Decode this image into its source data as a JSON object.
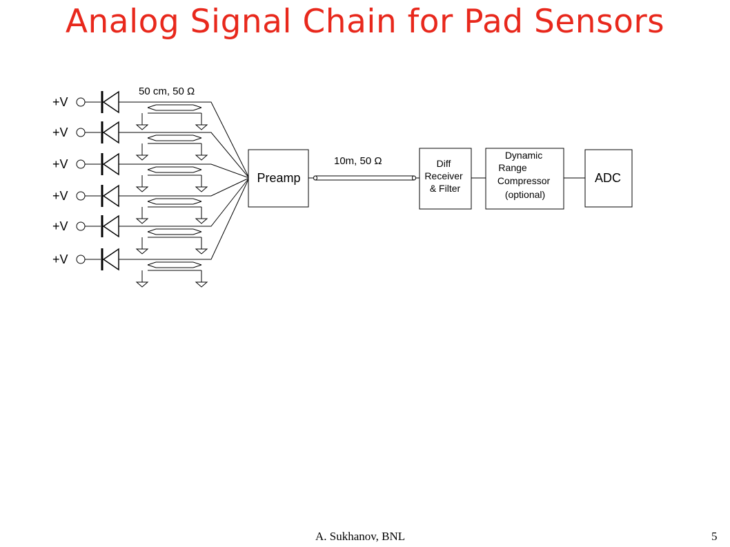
{
  "slide": {
    "title": "Analog Signal Chain for Pad Sensors",
    "author": "A. Sukhanov, BNL",
    "page_number": "5"
  },
  "diagram": {
    "bias_labels": [
      "+V",
      "+V",
      "+V",
      "+V",
      "+V",
      "+V"
    ],
    "short_cable_label": "50 cm, 50 Ω",
    "long_cable_label": "10m, 50 Ω",
    "preamp_label": "Preamp",
    "diff_receiver_lines": [
      "Diff",
      "Receiver",
      "& Filter"
    ],
    "compressor_lines": [
      "Dynamic",
      "Range",
      "Compressor",
      "(optional)"
    ],
    "adc_label": "ADC"
  }
}
